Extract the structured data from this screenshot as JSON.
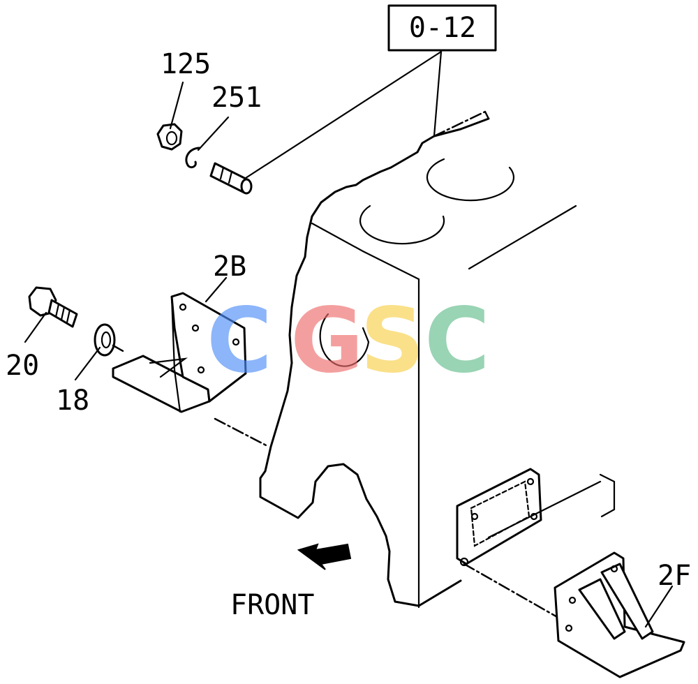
{
  "ref_box": "0-12",
  "callouts": {
    "nut": "125",
    "clip": "251",
    "bracket_rear": "2B",
    "bolt": "20",
    "washer": "18",
    "bracket_front": "2F"
  },
  "direction_label": "FRONT",
  "watermark": {
    "letters": [
      "C",
      "G",
      "S",
      "C"
    ],
    "colors": [
      "#4f8ef7",
      "#ee6b6b",
      "#f7d04a",
      "#62bd8c"
    ]
  }
}
